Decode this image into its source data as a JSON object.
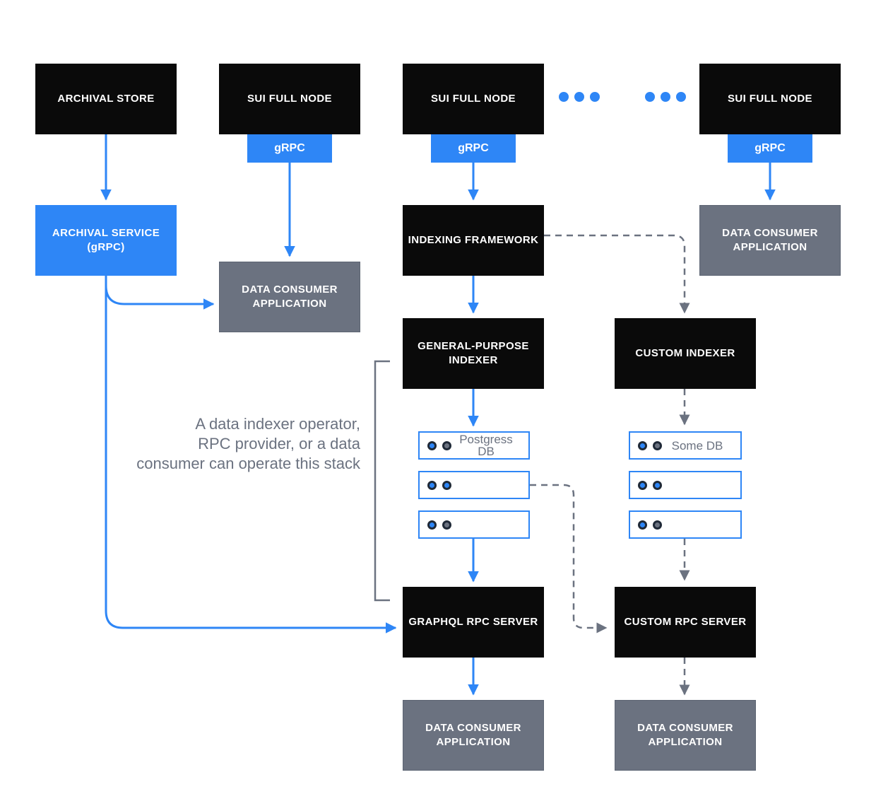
{
  "labels": {
    "archival_store": "ARCHIVAL STORE",
    "sui_full_node": "SUI FULL NODE",
    "grpc": "gRPC",
    "archival_service": "ARCHIVAL SERVICE\n(gRPC)",
    "data_consumer_application": "DATA CONSUMER\nAPPLICATION",
    "indexing_framework": "INDEXING FRAMEWORK",
    "general_purpose_indexer": "GENERAL-PURPOSE\nINDEXER",
    "custom_indexer": "CUSTOM INDEXER",
    "graphql_rpc_server": "GRAPHQL RPC SERVER",
    "custom_rpc_server": "CUSTOM RPC SERVER"
  },
  "annotation": {
    "text": "A data indexer operator,\nRPC provider, or a data\nconsumer can operate this stack"
  },
  "db_stacks": {
    "left": [
      {
        "label": "Postgress DB",
        "dots": [
          "blue",
          "gray"
        ]
      },
      {
        "label": "",
        "dots": [
          "blue",
          "blue"
        ]
      },
      {
        "label": "",
        "dots": [
          "blue",
          "gray"
        ]
      }
    ],
    "right": [
      {
        "label": "Some DB",
        "dots": [
          "blue",
          "gray"
        ]
      },
      {
        "label": "",
        "dots": [
          "blue",
          "blue"
        ]
      },
      {
        "label": "",
        "dots": [
          "blue",
          "gray"
        ]
      }
    ]
  },
  "colors": {
    "accent_blue": "#2e86f6",
    "box_black": "#0a0a0a",
    "box_gray": "#6b7280",
    "connector_gray": "#6b7280",
    "db_border_blue": "#2e86f6",
    "db_label_gray": "#6b7280",
    "dot_outline": "#1f2937",
    "annotation_gray": "#6b7280"
  }
}
